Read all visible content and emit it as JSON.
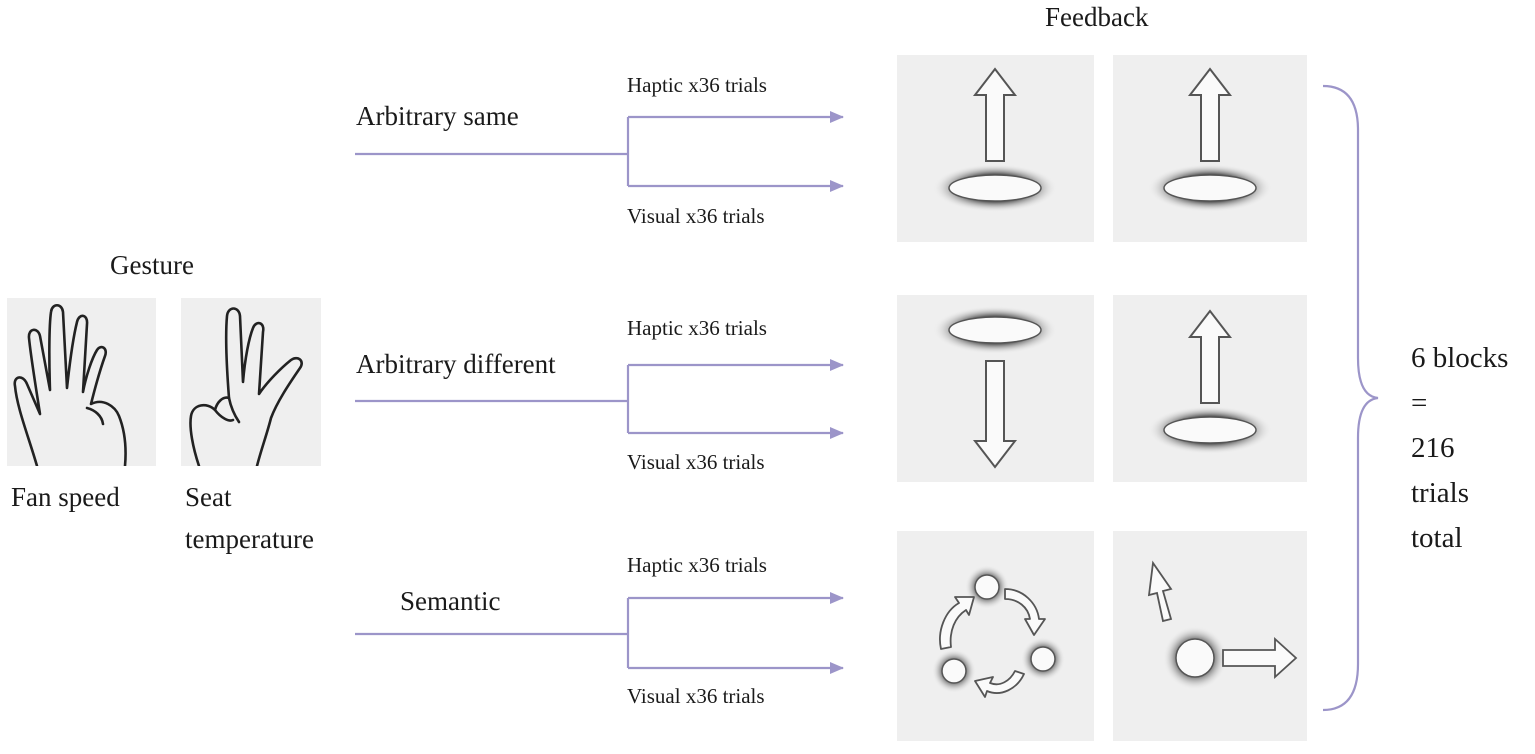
{
  "headings": {
    "gesture": "Gesture",
    "feedback": "Feedback"
  },
  "gestures": [
    {
      "label": "Fan speed",
      "icon": "open-hand-icon"
    },
    {
      "label": "Seat\ntemperature",
      "icon": "three-finger-hand-icon"
    }
  ],
  "conditions": [
    {
      "label": "Arbitrary same",
      "haptic": "Haptic x36 trials",
      "visual": "Visual x36 trials"
    },
    {
      "label": "Arbitrary different",
      "haptic": "Haptic x36 trials",
      "visual": "Visual x36 trials"
    },
    {
      "label": "Semantic",
      "haptic": "Haptic x36 trials",
      "visual": "Visual x36 trials"
    }
  ],
  "total": "6 blocks\n=\n216\ntrials\ntotal",
  "colors": {
    "connector": "#9c95c9",
    "panel_bg": "#efefef",
    "outline": "#555555"
  }
}
